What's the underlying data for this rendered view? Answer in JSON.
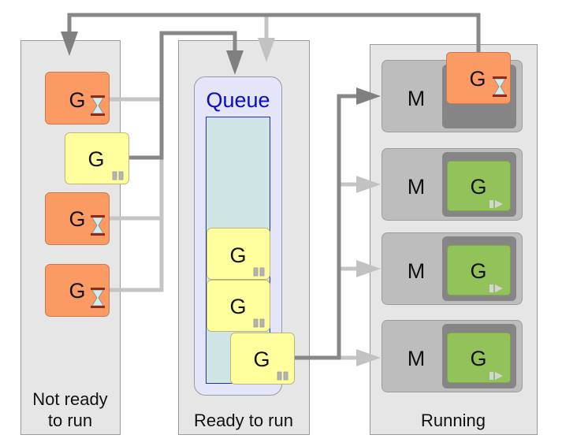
{
  "columns": {
    "not_ready": {
      "label_line1": "Not ready",
      "label_line2": "to run"
    },
    "ready": {
      "label": "Ready to run",
      "queue_title": "Queue"
    },
    "running": {
      "label": "Running"
    }
  },
  "goroutines": {
    "not_ready": [
      {
        "label": "G",
        "state": "waiting",
        "icon": "hourglass-icon"
      },
      {
        "label": "G",
        "state": "runnable",
        "icon": "pause-icon"
      },
      {
        "label": "G",
        "state": "waiting",
        "icon": "hourglass-icon"
      },
      {
        "label": "G",
        "state": "waiting",
        "icon": "hourglass-icon"
      }
    ],
    "queue": [
      {
        "label": "G",
        "state": "runnable",
        "icon": "pause-icon"
      },
      {
        "label": "G",
        "state": "runnable",
        "icon": "pause-icon"
      },
      {
        "label": "G",
        "state": "runnable",
        "icon": "pause-icon"
      }
    ],
    "running": [
      {
        "machine": "M",
        "goroutine": "G",
        "state": "waiting",
        "icon": "hourglass-icon"
      },
      {
        "machine": "M",
        "goroutine": "G",
        "state": "running",
        "icon": "play-icon"
      },
      {
        "machine": "M",
        "goroutine": "G",
        "state": "running",
        "icon": "play-icon"
      },
      {
        "machine": "M",
        "goroutine": "G",
        "state": "running",
        "icon": "play-icon"
      }
    ]
  },
  "colors": {
    "waiting": "#fc9a63",
    "runnable": "#ffff9e",
    "running": "#93c25a",
    "queue_title": "#0a0acc",
    "arrow_active": "#878787",
    "arrow_inactive": "#c4c4c4"
  }
}
